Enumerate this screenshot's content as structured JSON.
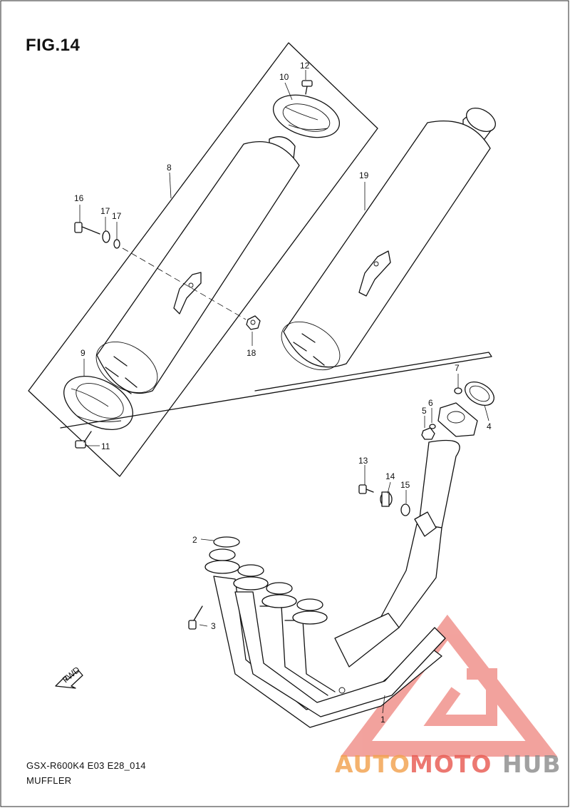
{
  "figure": {
    "title": "FIG.14",
    "code": "GSX-R600K4 E03 E28_014",
    "name": "MUFFLER"
  },
  "callouts": {
    "c1": "1",
    "c2": "2",
    "c3": "3",
    "c4": "4",
    "c5": "5",
    "c6": "6",
    "c7": "7",
    "c8": "8",
    "c9": "9",
    "c10": "10",
    "c11": "11",
    "c12": "12",
    "c13": "13",
    "c14": "14",
    "c15": "15",
    "c16": "16",
    "c17a": "17",
    "c17b": "17",
    "c18": "18",
    "c19": "19"
  },
  "arrow": {
    "label": "FWD"
  },
  "watermark": {
    "part1": "AUTO",
    "part2": "MOTO",
    "part3": "HUB"
  },
  "colors": {
    "watermark_red": "#e8574e",
    "watermark_orange": "#f2a04a",
    "watermark_gray": "#8a8a8a"
  }
}
